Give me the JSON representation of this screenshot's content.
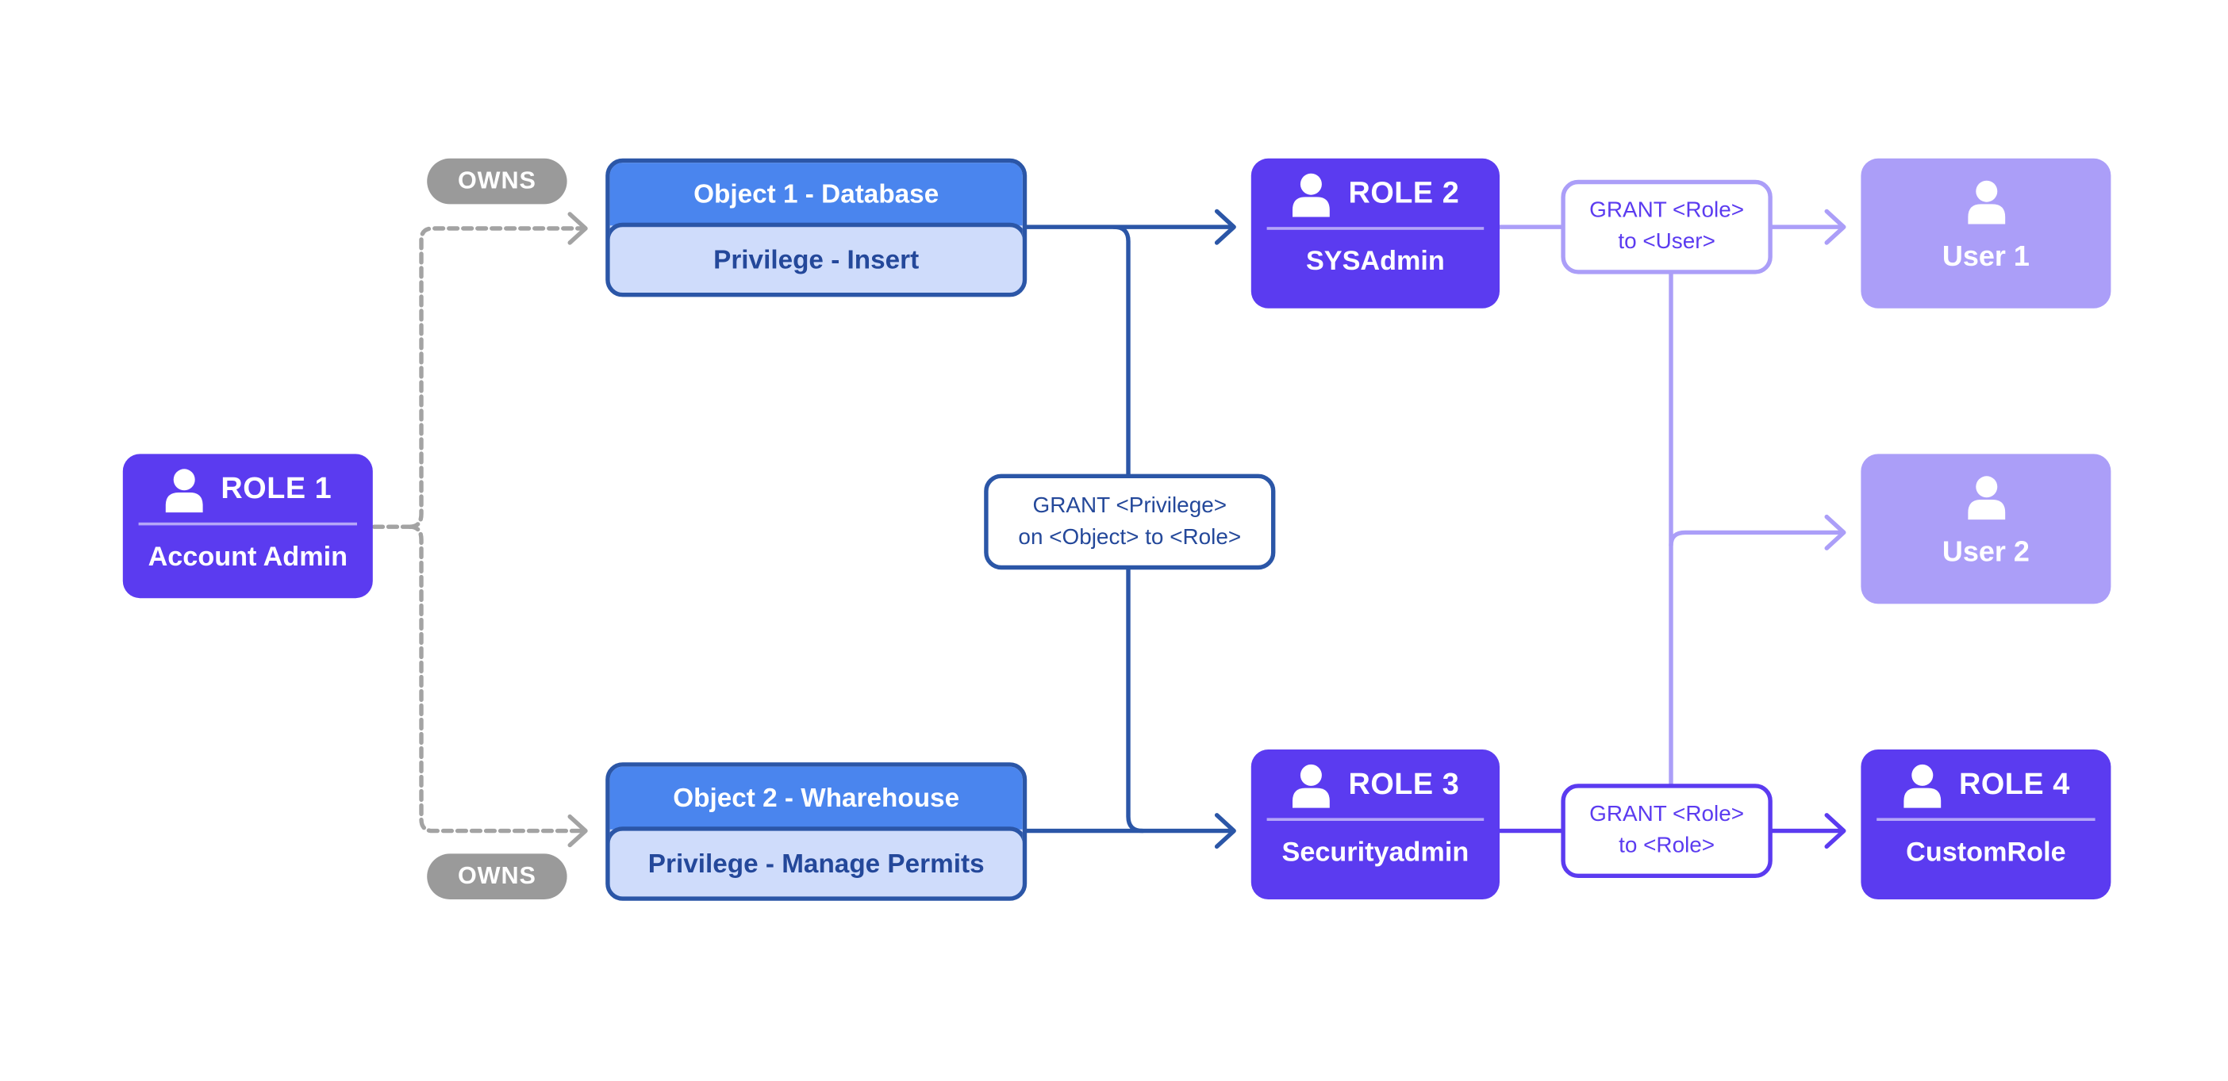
{
  "owns": {
    "top_label": "OWNS",
    "bottom_label": "OWNS"
  },
  "roles": {
    "role1": {
      "title": "ROLE 1",
      "subtitle": "Account Admin"
    },
    "role2": {
      "title": "ROLE 2",
      "subtitle": "SYSAdmin"
    },
    "role3": {
      "title": "ROLE 3",
      "subtitle": "Securityadmin"
    },
    "role4": {
      "title": "ROLE 4",
      "subtitle": "CustomRole"
    }
  },
  "users": {
    "user1": {
      "label": "User 1"
    },
    "user2": {
      "label": "User 2"
    }
  },
  "objects": {
    "object1": {
      "name": "Object 1 - Database",
      "privilege": "Privilege - Insert"
    },
    "object2": {
      "name": "Object 2 - Wharehouse",
      "privilege": "Privilege - Manage Permits"
    }
  },
  "grants": {
    "privilege": {
      "line1": "GRANT <Privilege>",
      "line2": "on <Object> to <Role>"
    },
    "role_to_user": {
      "line1": "GRANT <Role>",
      "line2": "to <User>"
    },
    "role_to_role": {
      "line1": "GRANT <Role>",
      "line2": "to <Role>"
    }
  },
  "colors": {
    "role": "#5b3bf0",
    "user": "#ab9ef8",
    "object_header": "#4a85ee",
    "object_body": "#cfdcfb",
    "object_line": "#2b56a7",
    "owns": "#9a9a9a"
  },
  "icons": {
    "role": "person-icon",
    "user": "person-icon"
  }
}
